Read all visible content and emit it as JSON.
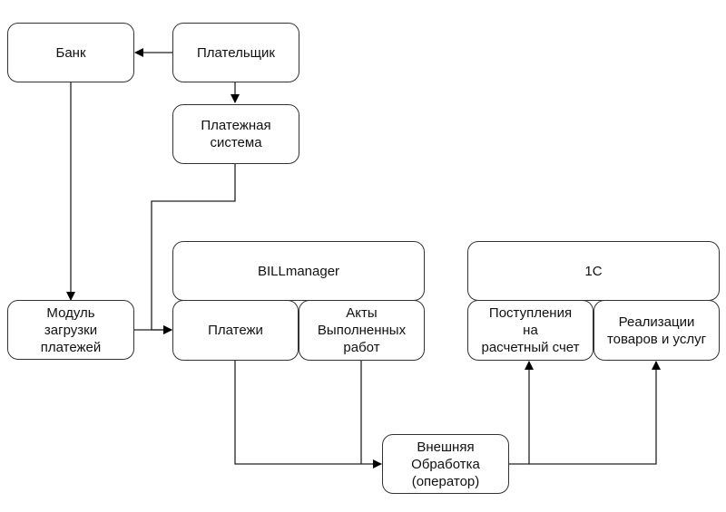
{
  "diagram": {
    "nodes": {
      "bank": "Банк",
      "payer": "Плательщик",
      "payment_system": "Платежная\nсистема",
      "upload_module": "Модуль\nзагрузки\nплатежей",
      "billmanager": "BILLmanager",
      "payments": "Платежи",
      "acts": "Акты\nВыполненных\nработ",
      "onec": "1С",
      "receipts": "Поступления\nна\nрасчетный счет",
      "sales": "Реализации\nтоваров и услуг",
      "external_processing": "Внешняя\nОбработка\n(оператор)"
    },
    "edges": [
      {
        "from": "payer",
        "to": "bank"
      },
      {
        "from": "payer",
        "to": "payment_system"
      },
      {
        "from": "bank",
        "to": "upload_module"
      },
      {
        "from": "payment_system",
        "to": "payments"
      },
      {
        "from": "upload_module",
        "to": "payments"
      },
      {
        "from": "payments",
        "to": "external_processing"
      },
      {
        "from": "acts",
        "to": "external_processing"
      },
      {
        "from": "external_processing",
        "to": "receipts"
      },
      {
        "from": "external_processing",
        "to": "sales"
      }
    ]
  }
}
